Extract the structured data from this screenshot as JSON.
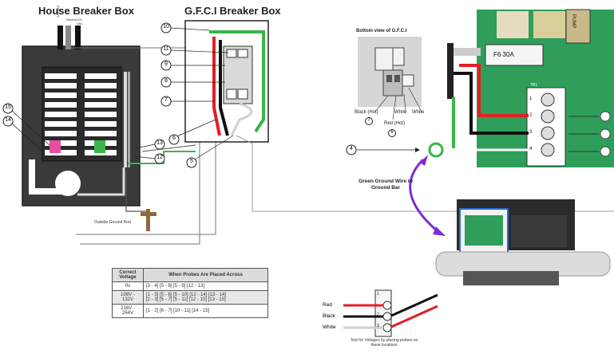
{
  "house_box": {
    "title": "House Breaker Box",
    "supply_labels": [
      "120 VAC",
      "Neutral",
      "120 VAC"
    ],
    "ground_rod_label": "Outside Ground Rod"
  },
  "gfci_box": {
    "title": "G.F.C.I Breaker Box"
  },
  "callouts": {
    "c10": "10",
    "c11": "11",
    "c9": "9",
    "c8": "8",
    "c7": "7",
    "c6": "6",
    "c5": "5",
    "c15": "15",
    "c14": "14",
    "c13": "13",
    "c12": "12",
    "c4": "4",
    "c7b": "7",
    "c6b": "6"
  },
  "gfci_bottom": {
    "title": "Bottom view of G.F.C.I",
    "black_label": "Black (Hot)",
    "red_label": "Red (Hot)",
    "white1": "White",
    "white2": "White"
  },
  "board": {
    "fuse_label": "F6 30A",
    "pump_label": "PUMP",
    "tb_label": "TB1",
    "terminals": [
      "1",
      "2",
      "3",
      "4"
    ]
  },
  "ground_note": "Green Ground Wire to Ground Bar",
  "terminal_test": {
    "labels": [
      "Red",
      "Black",
      "White"
    ],
    "numbers": [
      "1",
      "2",
      "3"
    ],
    "note": "Test for Voltages by placing probes on these locations"
  },
  "voltage_table": {
    "header_voltage": "Correct Voltage",
    "header_probes": "When Probes Are Placed Across",
    "rows": [
      {
        "voltage": "0v",
        "line1": "[3 - 4]   [5 - 8]   [5 - 9]        [12 - 13]",
        "line2": ""
      },
      {
        "voltage": "106V - 132V",
        "line1": "[1 - 3]  [5 - 6]  [5 - 10]  [12 - 14]  [13 - 14]",
        "line2": "[2 - 3]  [5 - 7]  [5 - 11]  [12 - 15]  [13 - 15]"
      },
      {
        "voltage": "216V - 264V",
        "line1": "[1 - 2]   [6 - 7]   [10 - 11]   [14 - 15]",
        "line2": ""
      }
    ]
  },
  "colors": {
    "red_wire": "#e31e24",
    "black_wire": "#111111",
    "green_wire": "#39b54a",
    "purple_arrow": "#7b2bd9",
    "board_green": "#2e9e5a"
  }
}
